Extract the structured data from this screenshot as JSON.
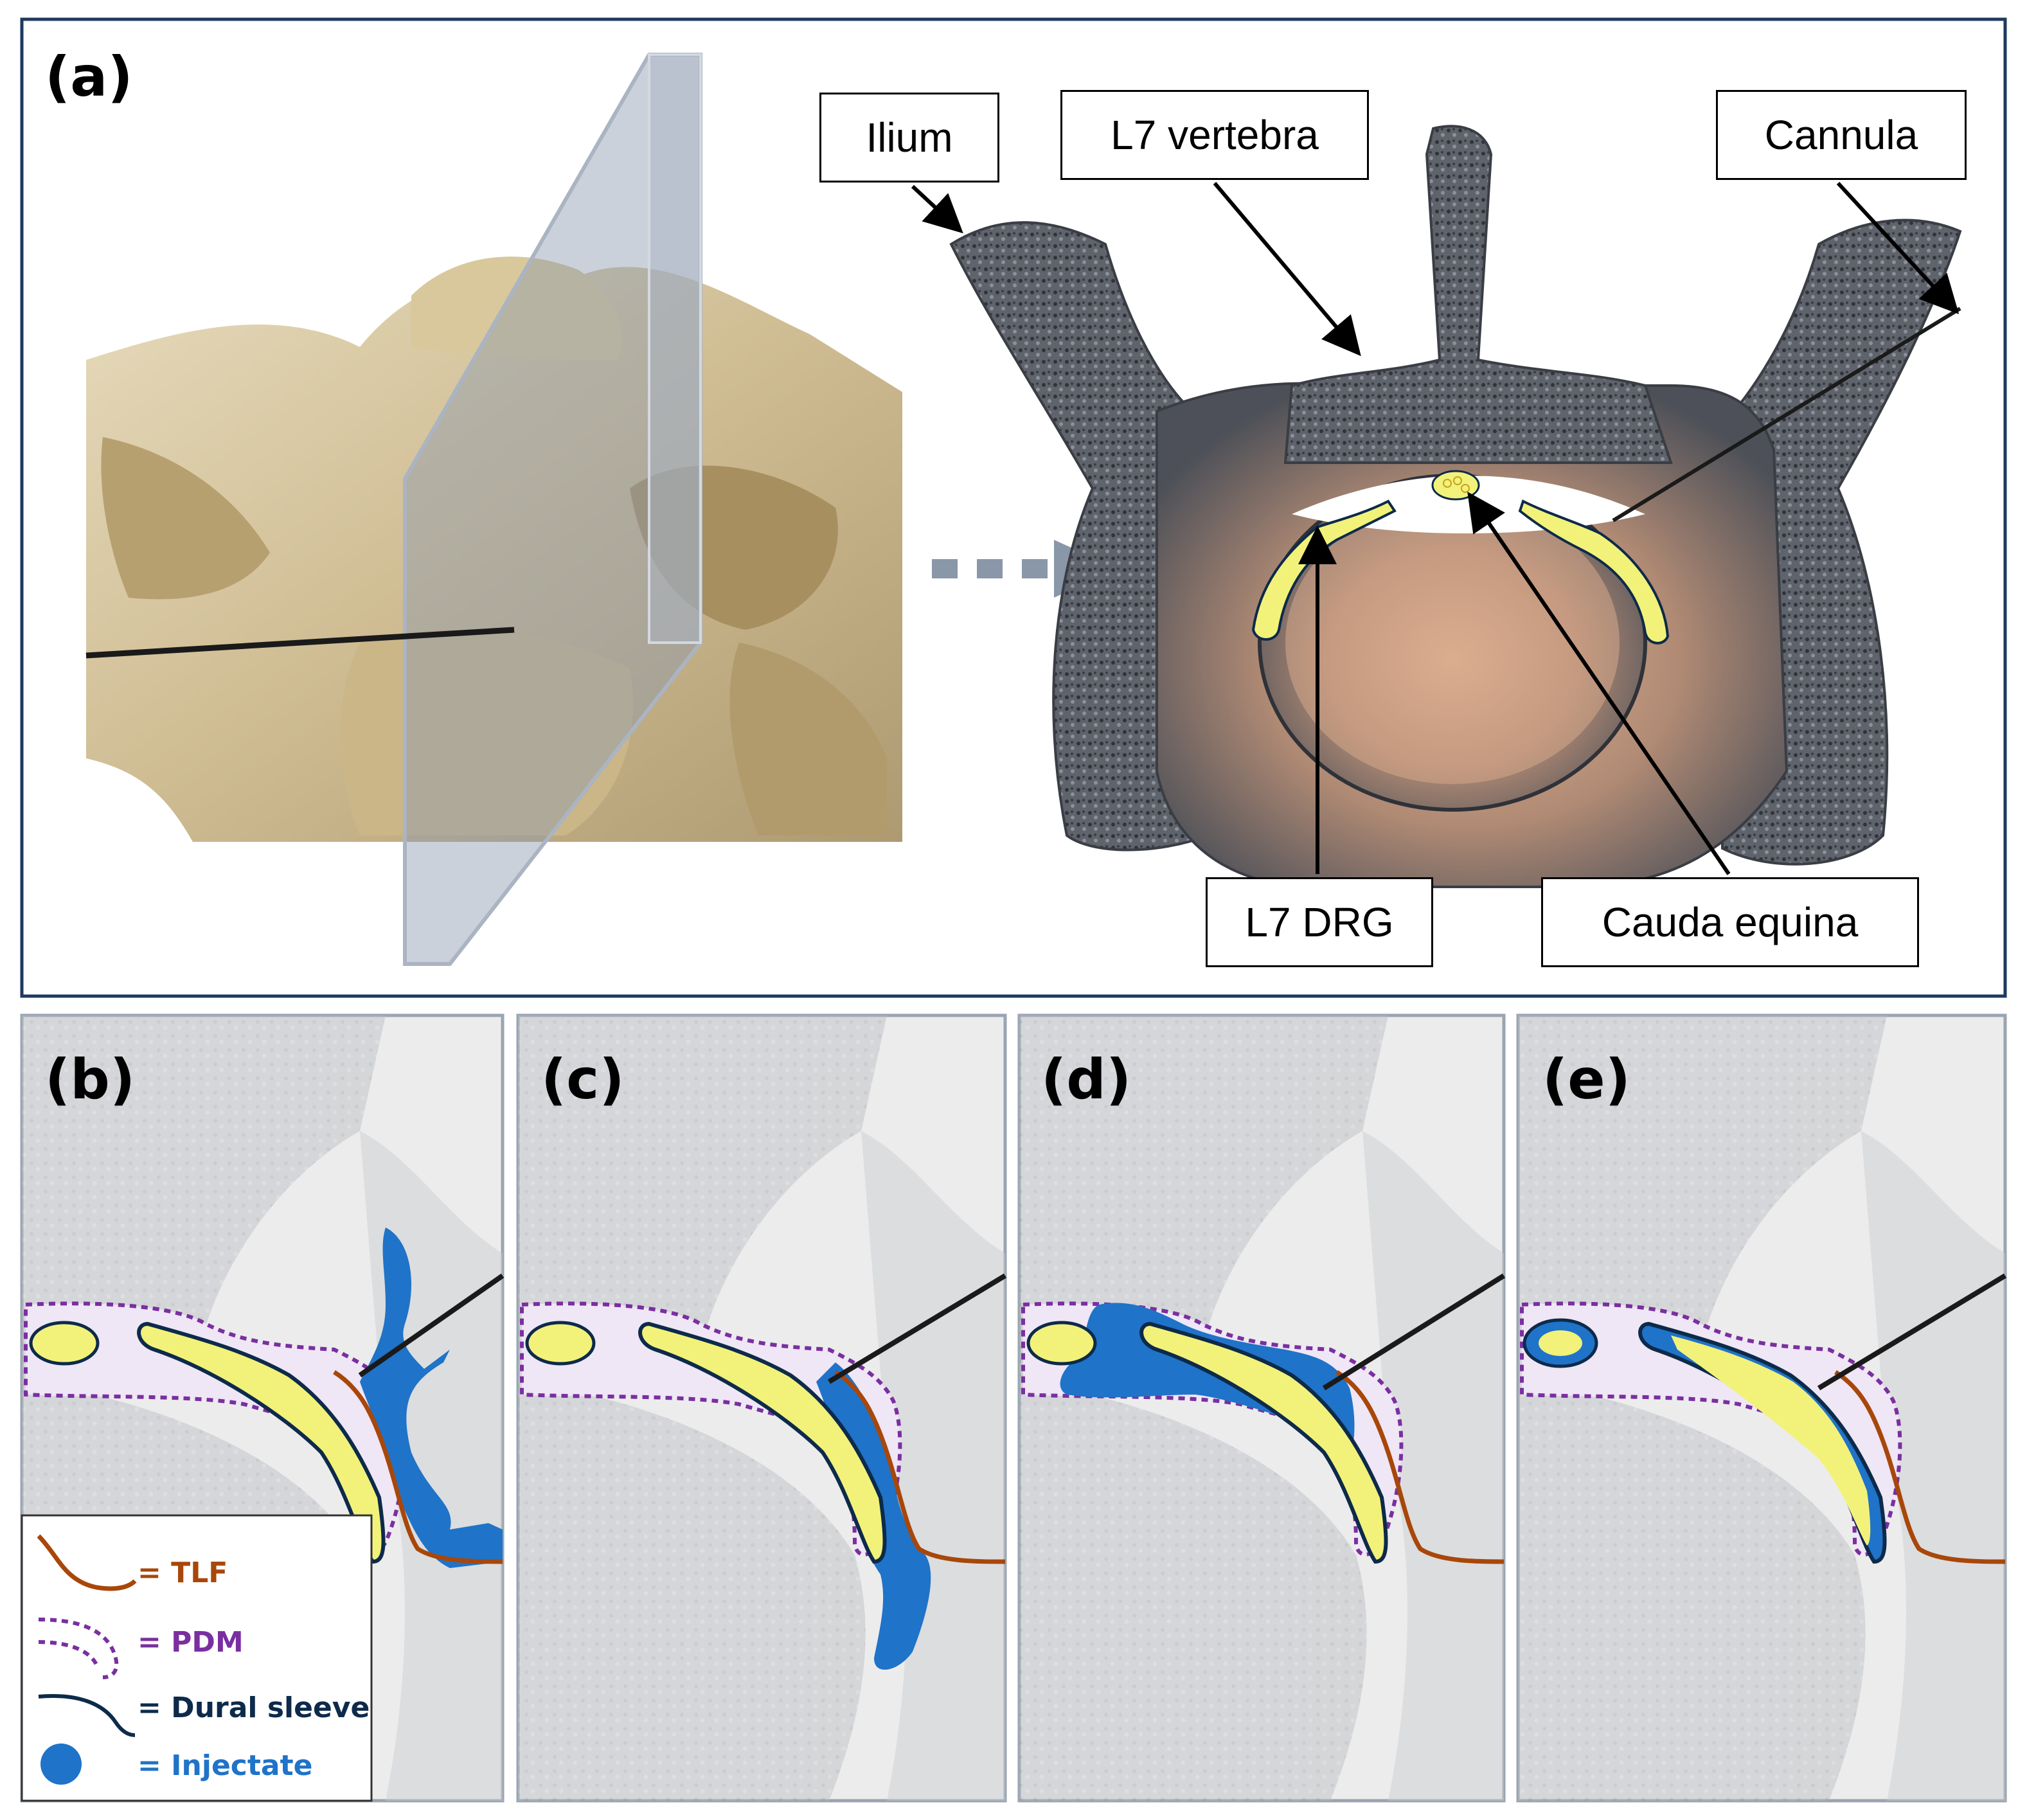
{
  "panels": {
    "a": {
      "letter": "(a)"
    },
    "b": {
      "letter": "(b)"
    },
    "c": {
      "letter": "(c)"
    },
    "d": {
      "letter": "(d)"
    },
    "e": {
      "letter": "(e)"
    }
  },
  "labels": {
    "ilium": "Ilium",
    "l7_vertebra": "L7 vertebra",
    "cannula": "Cannula",
    "l7_drg": "L7 DRG",
    "cauda_equina": "Cauda equina"
  },
  "legend": {
    "tlf": "= TLF",
    "pdm": "= PDM",
    "dural_sleeve": "= Dural sleeve",
    "injectate": "= Injectate"
  },
  "colors": {
    "frame_a": "#1f3a5f",
    "frame_bcde": "#9aa5b1",
    "tlf": "#a8470a",
    "pdm": "#7a2fa0",
    "dural": "#0d2a4a",
    "injectate": "#1f73c8",
    "drg_fill": "#f2f27a",
    "pdm_fill": "#efe6f6",
    "bone": "#c9b58a",
    "ct_gray": "#5a5e66",
    "ct_peach": "#d9a98a"
  }
}
